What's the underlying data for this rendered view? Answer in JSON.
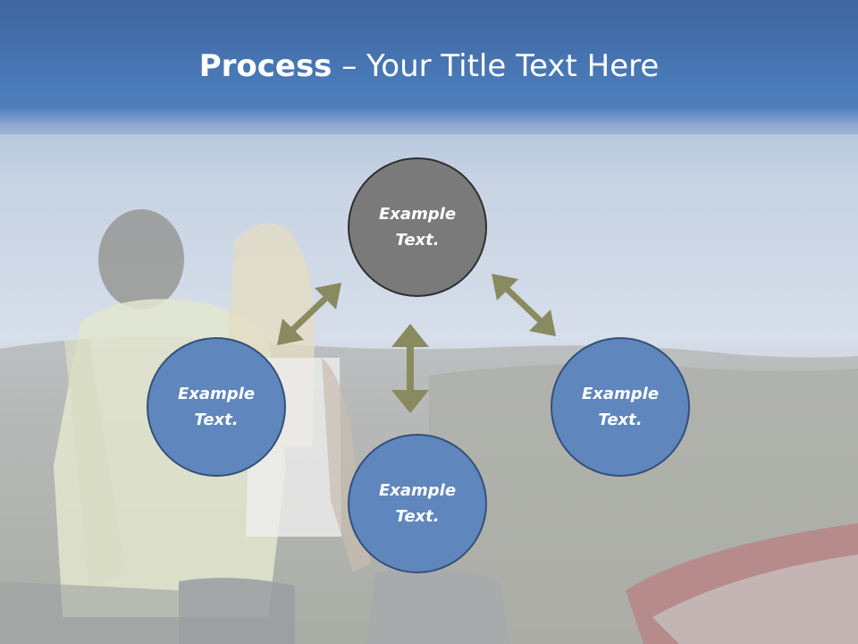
{
  "title": {
    "bold": "Process",
    "rest": " – Your Title Text Here"
  },
  "nodes": {
    "top": "Example\nText.",
    "left": "Example\nText.",
    "right": "Example\nText.",
    "bottom": "Example\nText."
  },
  "colors": {
    "header": "#4a79b6",
    "node_top": "#7a7a7a",
    "node_blue": "#5f86bd",
    "arrow": "#8a8a60"
  }
}
